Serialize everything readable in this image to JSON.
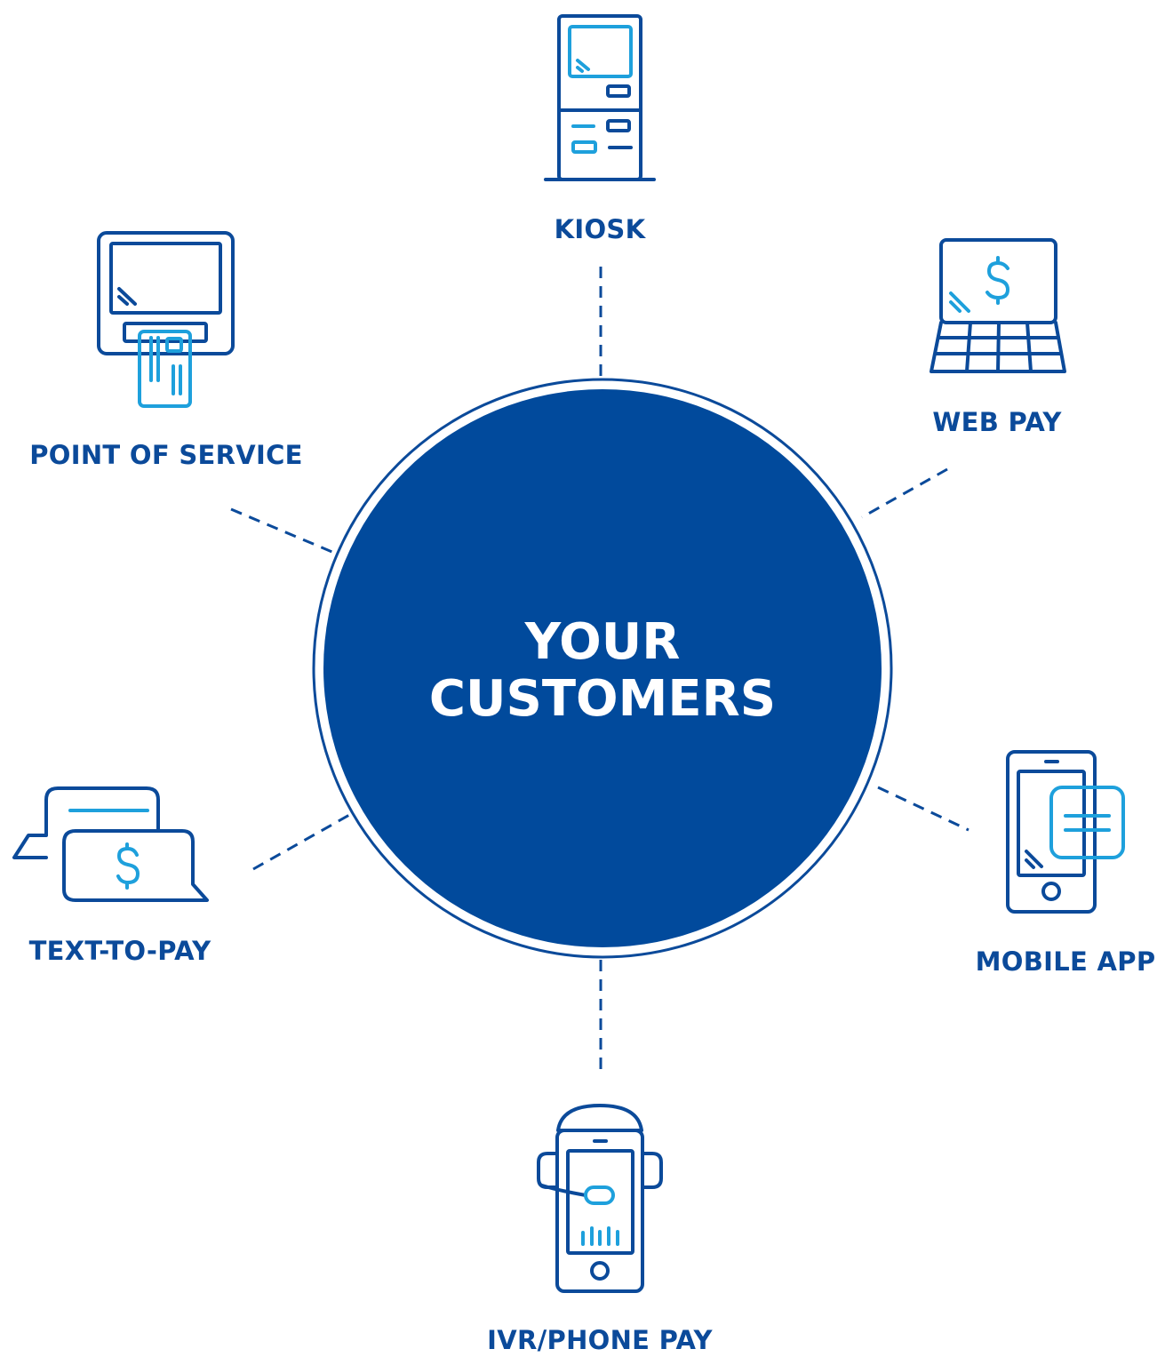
{
  "center": {
    "line1": "YOUR",
    "line2": "CUSTOMERS"
  },
  "channels": [
    {
      "label": "KIOSK",
      "icon": "kiosk-icon"
    },
    {
      "label": "WEB PAY",
      "icon": "laptop-dollar-icon"
    },
    {
      "label": "MOBILE APP",
      "icon": "mobile-phone-chat-icon"
    },
    {
      "label": "IVR/PHONE PAY",
      "icon": "phone-headset-icon"
    },
    {
      "label": "TEXT-TO-PAY",
      "icon": "chat-dollar-icon"
    },
    {
      "label": "POINT OF SERVICE",
      "icon": "card-terminal-icon"
    }
  ],
  "colors": {
    "primary": "#0b4a9a",
    "accent": "#1ea0dc",
    "circle": "#014a9c"
  }
}
